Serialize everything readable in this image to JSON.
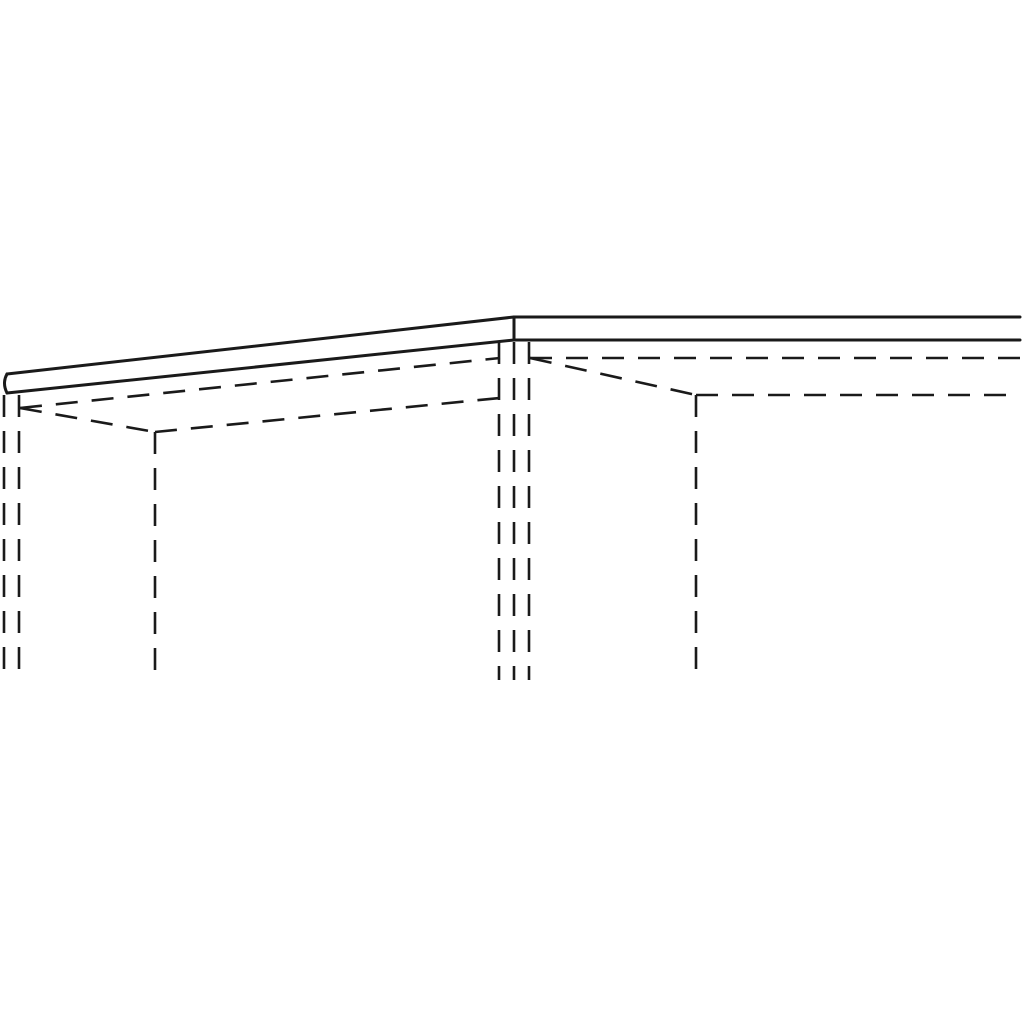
{
  "diagram": {
    "type": "line-drawing",
    "subject": "corner-roof-canopy",
    "colors": {
      "background": "#ffffff",
      "line": "#1a1a1a"
    },
    "styles": {
      "visible_edges": "solid",
      "hidden_edges": "dashed"
    }
  }
}
